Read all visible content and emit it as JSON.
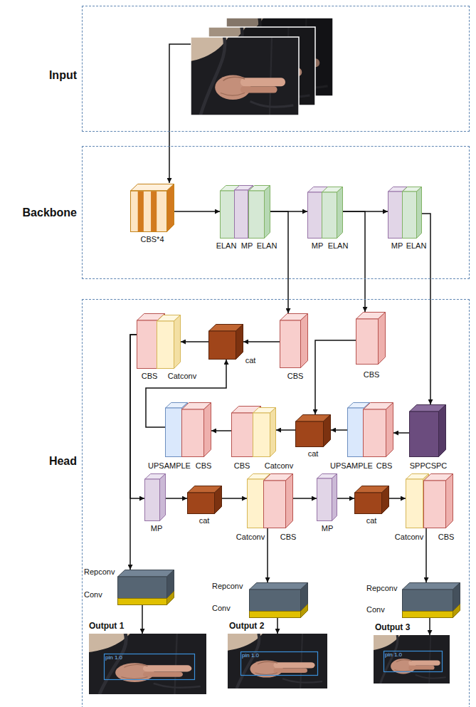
{
  "diagram": {
    "nodes": [
      {
        "text": [
          "Input"
        ]
      },
      {
        "text": [
          "Backbone"
        ]
      },
      {
        "text": [
          "CBS*4"
        ],
        "in": 1
      },
      {
        "text": [
          "ELAN"
        ],
        "in": 1
      },
      {
        "text": [
          "MP"
        ],
        "in": 1
      },
      {
        "text": [
          "ELAN"
        ],
        "in": 1
      },
      {
        "text": [
          "MP"
        ],
        "in": 1
      },
      {
        "text": [
          "ELAN"
        ],
        "in": 1
      },
      {
        "text": [
          "MP"
        ],
        "in": 1
      },
      {
        "text": [
          "ELAN"
        ],
        "in": 1
      },
      {
        "text": [
          "Head"
        ]
      },
      {
        "text": [
          "CBS"
        ],
        "in": 10
      },
      {
        "text": [
          "Catconv"
        ],
        "in": 10
      },
      {
        "text": [
          "cat"
        ],
        "in": 10
      },
      {
        "text": [
          "CBS"
        ],
        "in": 10
      },
      {
        "text": [
          "CBS"
        ],
        "in": 10
      },
      {
        "text": [
          "UPSAMPLE"
        ],
        "in": 10
      },
      {
        "text": [
          "CBS"
        ],
        "in": 10
      },
      {
        "text": [
          "CBS"
        ],
        "in": 10
      },
      {
        "text": [
          "Catconv"
        ],
        "in": 10
      },
      {
        "text": [
          "cat"
        ],
        "in": 10
      },
      {
        "text": [
          "UPSAMPLE"
        ],
        "in": 10
      },
      {
        "text": [
          "CBS"
        ],
        "in": 10
      },
      {
        "text": [
          "SPPCSPC"
        ],
        "in": 10
      },
      {
        "text": [
          "MP"
        ],
        "in": 10
      },
      {
        "text": [
          "cat"
        ],
        "in": 10
      },
      {
        "text": [
          "Catconv"
        ],
        "in": 10
      },
      {
        "text": [
          "CBS"
        ],
        "in": 10
      },
      {
        "text": [
          "MP"
        ],
        "in": 10
      },
      {
        "text": [
          "cat"
        ],
        "in": 10
      },
      {
        "text": [
          "Catconv"
        ],
        "in": 10
      },
      {
        "text": [
          "CBS"
        ],
        "in": 10
      },
      {
        "text": [
          "Repconv",
          "Conv"
        ],
        "in": 10
      },
      {
        "text": [
          "Repconv",
          "Conv"
        ],
        "in": 10
      },
      {
        "text": [
          "Repconv",
          "Conv"
        ],
        "in": 10
      },
      {
        "text": [
          "Output 1",
          "pin 1.0"
        ],
        "in": 10
      },
      {
        "text": [
          "Output 2",
          "pin 1.0"
        ],
        "in": 10
      },
      {
        "text": [
          "Output 3",
          "pin 1.0"
        ],
        "in": 10
      }
    ],
    "edges": [
      {
        "from": 2,
        "to": 3,
        "arrow": "to"
      },
      {
        "from": 5,
        "to": 6,
        "arrow": "to"
      },
      {
        "from": 5,
        "to": 14,
        "arrow": "to"
      },
      {
        "from": 7,
        "to": 8,
        "arrow": "to"
      },
      {
        "from": 7,
        "to": 15,
        "arrow": "to"
      },
      {
        "from": 9,
        "to": 23,
        "arrow": "to"
      },
      {
        "from": 23,
        "to": 22,
        "arrow": "to"
      },
      {
        "from": 21,
        "to": 20,
        "arrow": "to"
      },
      {
        "from": 15,
        "to": 20,
        "arrow": "to"
      },
      {
        "from": 20,
        "to": 19,
        "arrow": "to"
      },
      {
        "from": 18,
        "to": 17,
        "arrow": "to"
      },
      {
        "from": 16,
        "to": 13,
        "arrow": "to"
      },
      {
        "from": 14,
        "to": 13,
        "arrow": "to"
      },
      {
        "from": 13,
        "to": 12,
        "arrow": "to"
      },
      {
        "from": 11,
        "to": 32,
        "arrow": "to"
      },
      {
        "from": 11,
        "to": 24,
        "arrow": "to"
      },
      {
        "from": 24,
        "to": 25,
        "arrow": "to"
      },
      {
        "from": 25,
        "to": 26,
        "arrow": "to"
      },
      {
        "from": 27,
        "to": 28,
        "arrow": "to"
      },
      {
        "from": 28,
        "to": 29,
        "arrow": "to"
      },
      {
        "from": 29,
        "to": 30,
        "arrow": "to"
      },
      {
        "from": 26,
        "to": 33,
        "arrow": "to"
      },
      {
        "from": 30,
        "to": 34,
        "arrow": "to"
      },
      {
        "from": 32,
        "to": 35,
        "arrow": "to"
      },
      {
        "from": 33,
        "to": 36,
        "arrow": "to"
      },
      {
        "from": 34,
        "to": 37,
        "arrow": "to"
      }
    ]
  }
}
